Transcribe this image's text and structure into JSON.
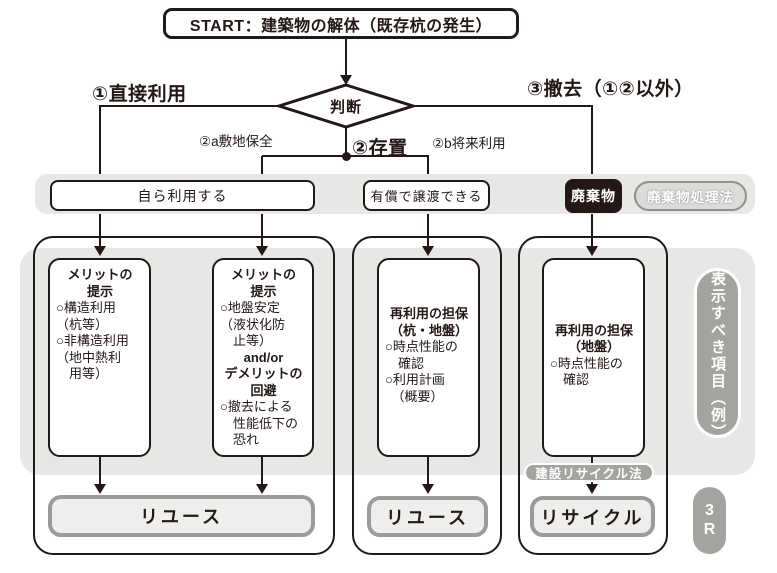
{
  "start": {
    "label": "START：建築物の解体（既存杭の発生）"
  },
  "decision": {
    "label": "判断"
  },
  "branches": {
    "direct_use": "①直接利用",
    "leave_in_place": "②存置",
    "site_preservation": "②a敷地保全",
    "future_use": "②b将来利用",
    "removal": "③撤去（①②以外）"
  },
  "middle_row": {
    "self_use": "自ら利用する",
    "paid_transfer": "有償で譲渡できる",
    "waste": "廃棄物",
    "waste_law_badge": "廃棄物処理法"
  },
  "columns": [
    {
      "heading": "メリットの\n提示",
      "body": "○構造利用\n（杭等）\n○非構造利用\n（地中熱利\n　用等）"
    },
    {
      "heading": "メリットの\n提示",
      "body": "○地盤安定\n（液状化防\n　止等）",
      "connector": "and/or",
      "heading2": "デメリットの\n回避",
      "body2": "○撤去による\n　性能低下の\n　恐れ"
    },
    {
      "heading": "再利用の担保\n（杭・地盤）",
      "body": "○時点性能の\n　確認\n○利用計画\n　（概要）"
    },
    {
      "heading": "再利用の担保\n（地盤）",
      "body": "○時点性能の\n　確認"
    }
  ],
  "outcomes": {
    "reuse_left": "リユース",
    "reuse_middle": "リユース",
    "recycle": "リサイクル",
    "recycle_law_badge": "建設リサイクル法"
  },
  "side": {
    "display_items": "表示すべき項目（例）",
    "three_r": "3\nR"
  },
  "colors": {
    "ink": "#231815",
    "panel_gray": "#e7e7e5",
    "badge_gray": "#a3a3a0",
    "outcome_border": "#9b9b99",
    "outcome_fill": "#eeeeec"
  }
}
